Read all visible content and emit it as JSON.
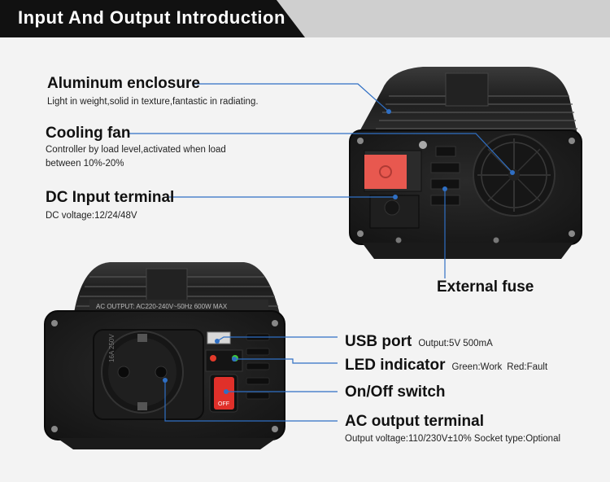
{
  "header": {
    "title": "Input And Output Introduction"
  },
  "labels": {
    "aluminum": {
      "title": "Aluminum enclosure",
      "desc": "Light in weight,solid in texture,fantastic in radiating."
    },
    "fan": {
      "title": "Cooling fan",
      "desc_line1": "Controller by load level,activated when load",
      "desc_line2": "between 10%-20%"
    },
    "dc_input": {
      "title": "DC Input terminal",
      "desc": "DC voltage:12/24/48V"
    },
    "fuse": {
      "title": "External fuse"
    },
    "usb": {
      "title": "USB port",
      "spec": "Output:5V 500mA"
    },
    "led": {
      "title": "LED indicator",
      "spec1": "Green:Work",
      "spec2": "Red:Fault"
    },
    "switch": {
      "title": "On/Off switch"
    },
    "ac_output": {
      "title": "AC output terminal",
      "desc": "Output voltage:110/230V±10%  Socket type:Optional"
    }
  },
  "device": {
    "top_panel_text": "AC OUTPUT: AC220-240V~50Hz 600W MAX",
    "switch_label": "OFF",
    "socket_text": "16A 250V"
  },
  "colors": {
    "leader_line": "#2f6fc4",
    "header_bg": "#111111",
    "switch_red": "#e0302a",
    "dc_red": "#e8584f",
    "led_red": "#e23a2a",
    "led_green": "#3ec43e"
  }
}
